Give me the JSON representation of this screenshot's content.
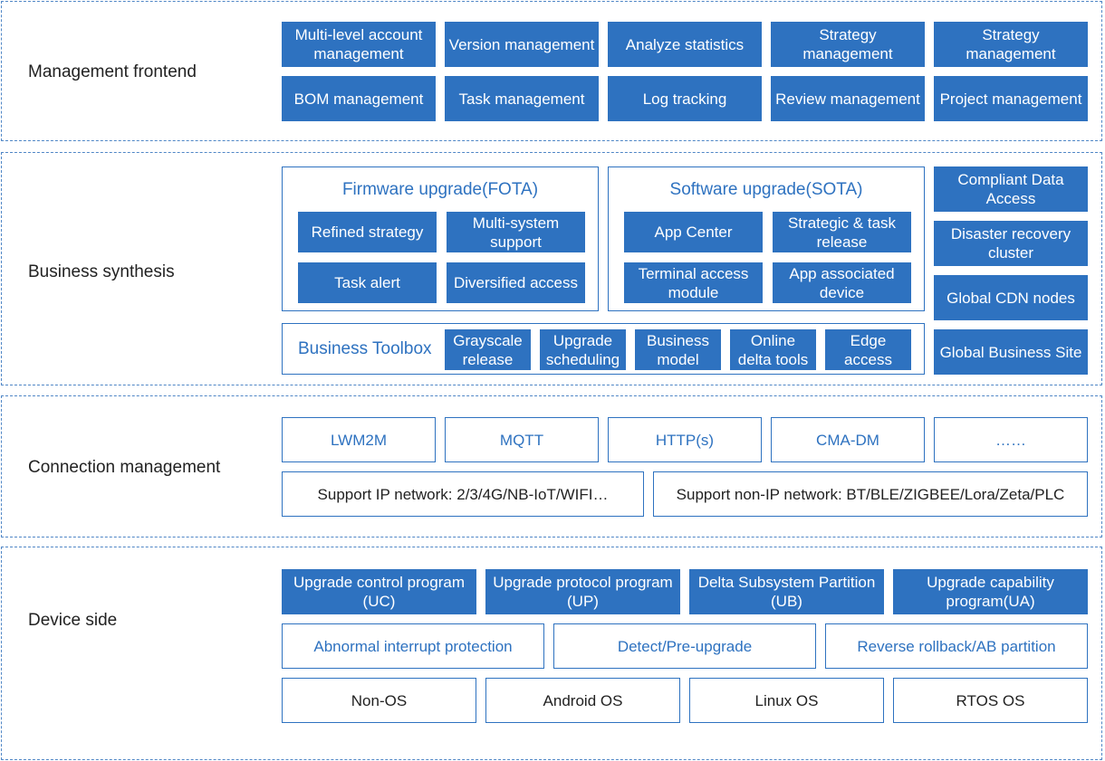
{
  "layers": {
    "management_frontend": {
      "title": "Management frontend",
      "items": [
        "Multi-level account management",
        "Version management",
        "Analyze statistics",
        "Strategy management",
        "Strategy management",
        "BOM management",
        "Task management",
        "Log tracking",
        "Review management",
        "Project management"
      ]
    },
    "business_synthesis": {
      "title": "Business synthesis",
      "fota": {
        "title": "Firmware upgrade(FOTA)",
        "items": [
          "Refined strategy",
          "Multi-system support",
          "Task alert",
          "Diversified access"
        ]
      },
      "sota": {
        "title": "Software upgrade(SOTA)",
        "items": [
          "App Center",
          "Strategic & task release",
          "Terminal access module",
          "App associated device"
        ]
      },
      "toolbox": {
        "title": "Business Toolbox",
        "items": [
          "Grayscale release",
          "Upgrade scheduling",
          "Business model",
          "Online delta tools",
          "Edge access"
        ]
      },
      "side": [
        "Compliant Data Access",
        "Disaster recovery cluster",
        "Global CDN nodes",
        "Global Business Site"
      ]
    },
    "connection_management": {
      "title": "Connection management",
      "protocols": [
        "LWM2M",
        "MQTT",
        "HTTP(s)",
        "CMA-DM",
        "……"
      ],
      "networks": [
        "Support IP network: 2/3/4G/NB-IoT/WIFI…",
        "Support non-IP network: BT/BLE/ZIGBEE/Lora/Zeta/PLC"
      ]
    },
    "device_side": {
      "title": "Device side",
      "programs": [
        "Upgrade control program (UC)",
        "Upgrade protocol program (UP)",
        "Delta Subsystem Partition (UB)",
        "Upgrade capability program(UA)"
      ],
      "features": [
        "Abnormal interrupt protection",
        "Detect/Pre-upgrade",
        "Reverse rollback/AB partition"
      ],
      "os": [
        "Non-OS",
        "Android OS",
        "Linux OS",
        "RTOS OS"
      ]
    }
  },
  "colors": {
    "accent": "#2e72c0",
    "dashed_border": "#4f86c6",
    "text": "#222222"
  }
}
